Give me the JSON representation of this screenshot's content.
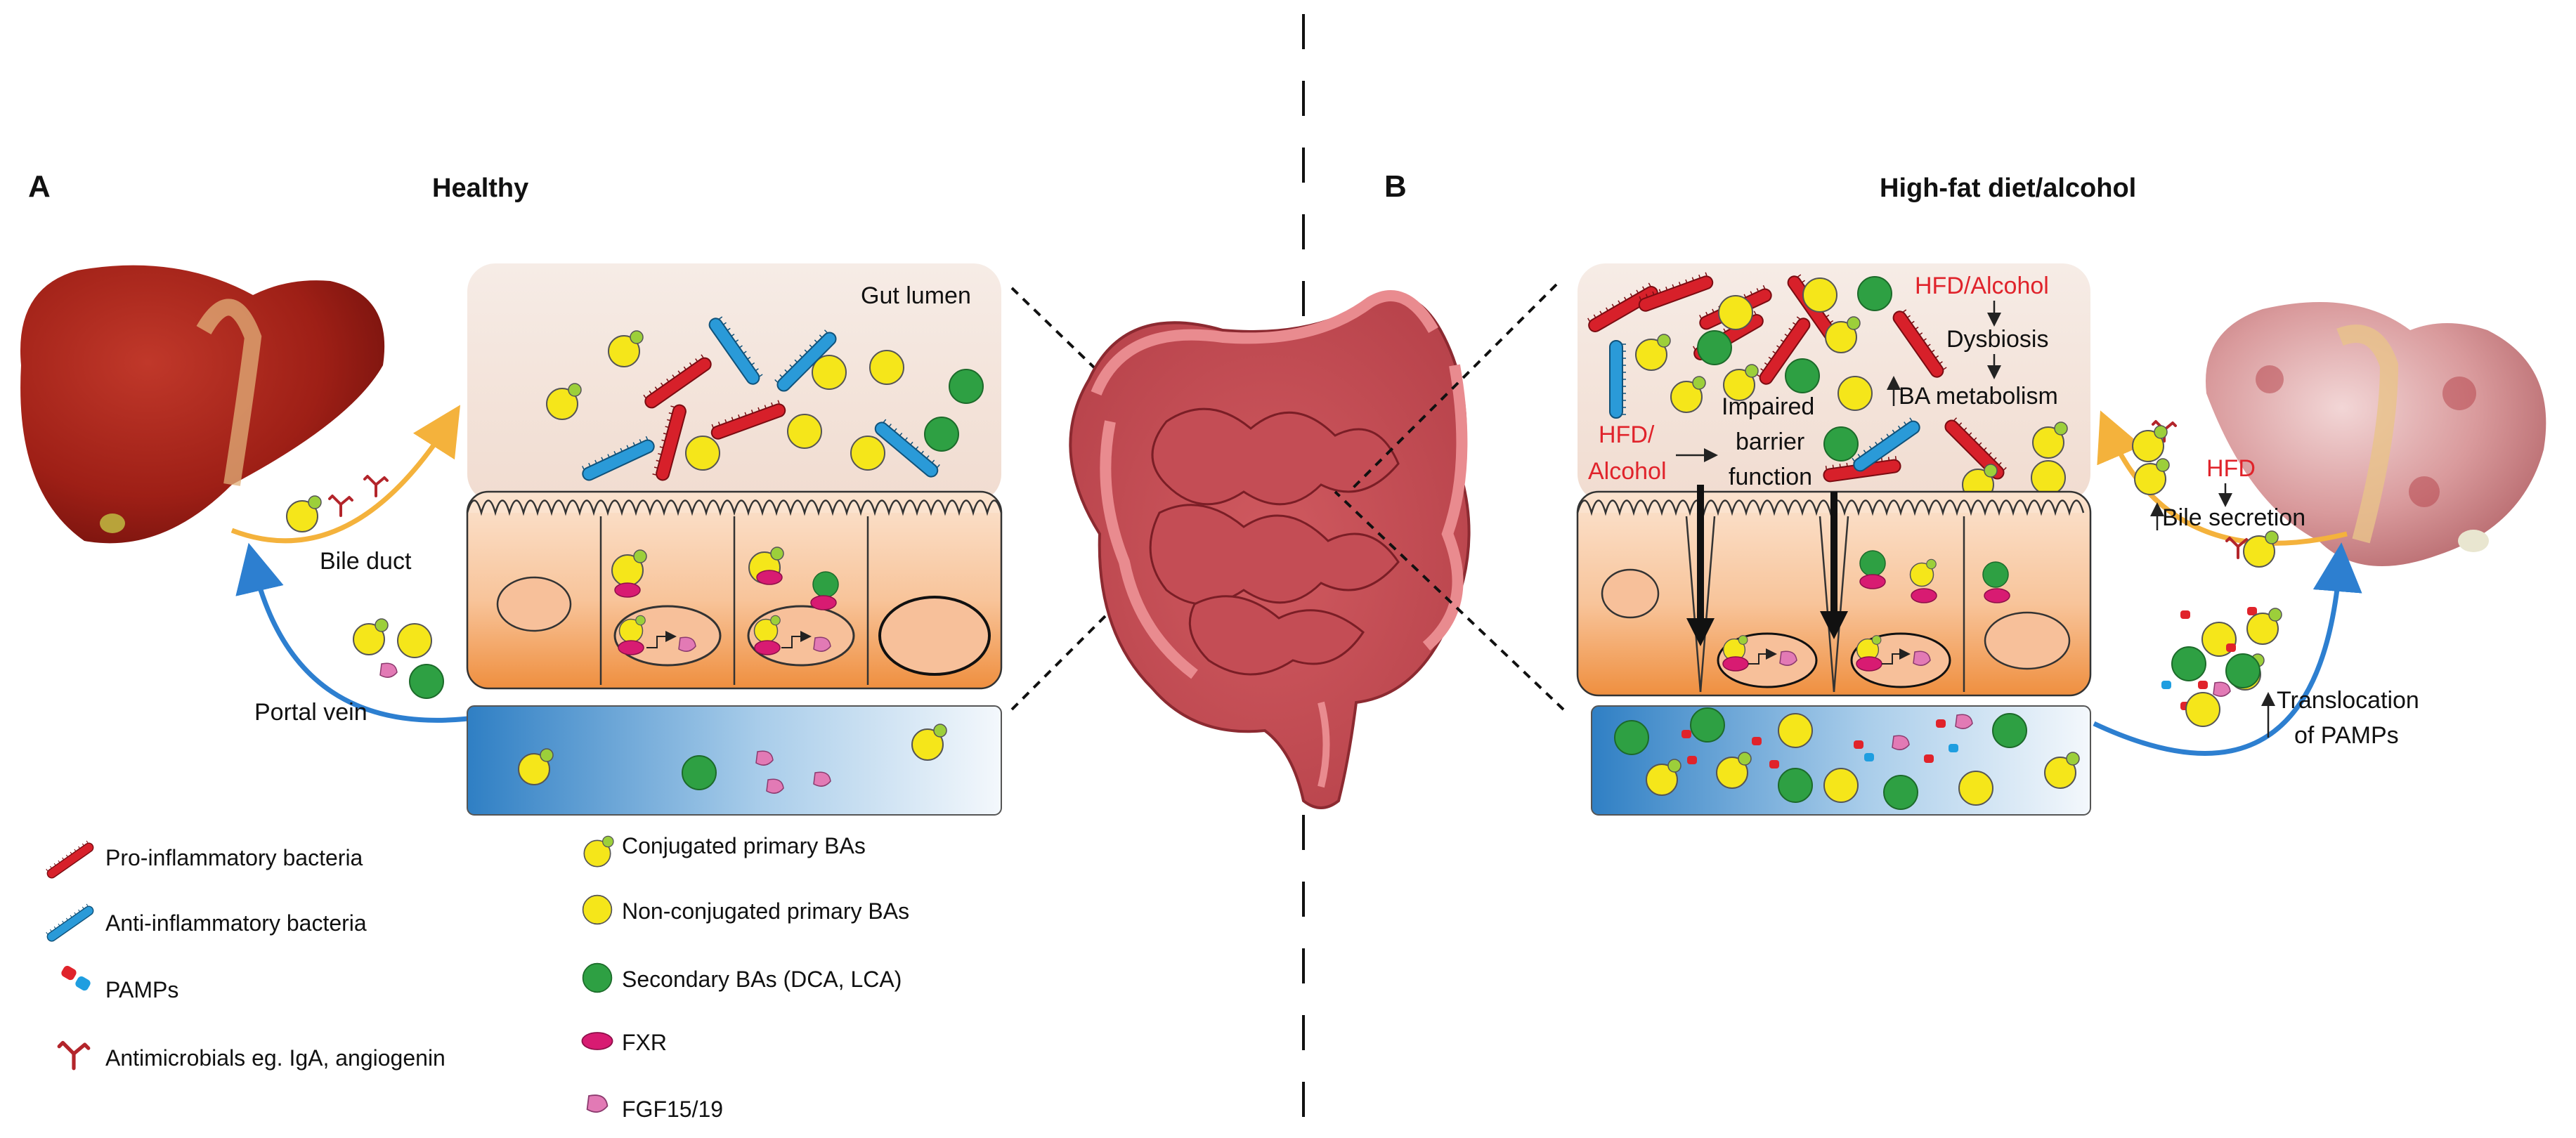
{
  "panel_a": {
    "letter": "A",
    "title": "Healthy",
    "gut_lumen": "Gut lumen",
    "bile_duct": "Bile duct",
    "portal_vein": "Portal vein"
  },
  "panel_b": {
    "letter": "B",
    "title": "High-fat diet/alcohol",
    "hfd_alcohol_top": "HFD/Alcohol",
    "dysbiosis": "Dysbiosis",
    "ba_metabolism": "BA metabolism",
    "hfd_alcohol_left_1": "HFD/",
    "hfd_alcohol_left_2": "Alcohol",
    "impaired_1": "Impaired",
    "impaired_2": "barrier",
    "impaired_3": "function",
    "hfd": "HFD",
    "bile_secretion": "Bile secretion",
    "translocation_1": "Translocation",
    "translocation_2": "of PAMPs"
  },
  "legend": {
    "pro_bacteria": "Pro-inflammatory bacteria",
    "anti_bacteria": "Anti-inflammatory bacteria",
    "pamps": "PAMPs",
    "antimicrobials": "Antimicrobials eg. IgA, angiogenin",
    "conjugated": "Conjugated primary BAs",
    "nonconjugated": "Non-conjugated primary BAs",
    "secondary": "Secondary BAs (DCA, LCA)",
    "fxr": "FXR",
    "fgf": "FGF15/19"
  },
  "colors": {
    "pro_bacteria": "#d7202a",
    "anti_bacteria": "#2a9ad8",
    "bile_acid_yellow": "#f5e61a",
    "secondary_green": "#2ea043",
    "fxr": "#d81b72",
    "fgf": "#e27ab5",
    "accent_red_text": "#e0232b",
    "bile_arrow": "#f4b23c",
    "portal_arrow": "#2d7fd0"
  }
}
